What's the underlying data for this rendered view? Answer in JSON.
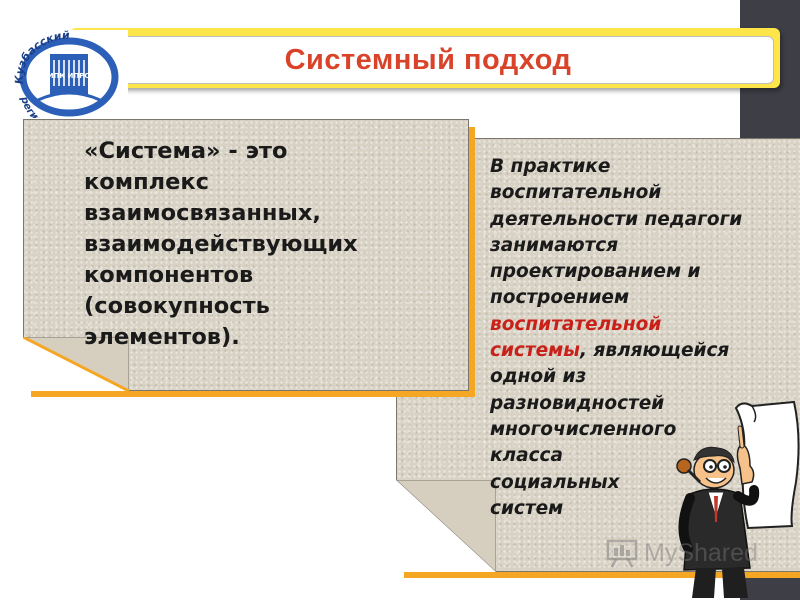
{
  "title": "Системный подход",
  "logo": {
    "text_top": "Кузбасский",
    "text_bottom": "региональный",
    "center_mark": "ИПК ИПРО"
  },
  "left_card": {
    "lines": [
      "«Система» - это",
      "комплекс",
      "взаимосвязанных,",
      "взаимодействующих",
      "компонентов",
      "(совокупность",
      "элементов)."
    ]
  },
  "right_card": {
    "lines": [
      "В практике",
      "воспитательной",
      "деятельности педагоги",
      "занимаются",
      "проектированием и",
      "построением"
    ],
    "accent_line_1": "воспитательной",
    "accent_line_2": "системы",
    "after_accent": ", являющейся",
    "lines_after": [
      "одной из",
      "разновидностей",
      "многочисленного",
      "класса",
      "социальных",
      "систем"
    ]
  },
  "watermark": "MyShared",
  "colors": {
    "title_text": "#d9432a",
    "title_frame": "#fde54a",
    "card_shadow": "#f5a623",
    "accent_text": "#c8211a",
    "right_strip": "#3e3e46"
  },
  "icons": {
    "logo": "book-logo-icon",
    "figure": "professor-with-scroll-icon",
    "watermark": "presentation-board-icon"
  }
}
